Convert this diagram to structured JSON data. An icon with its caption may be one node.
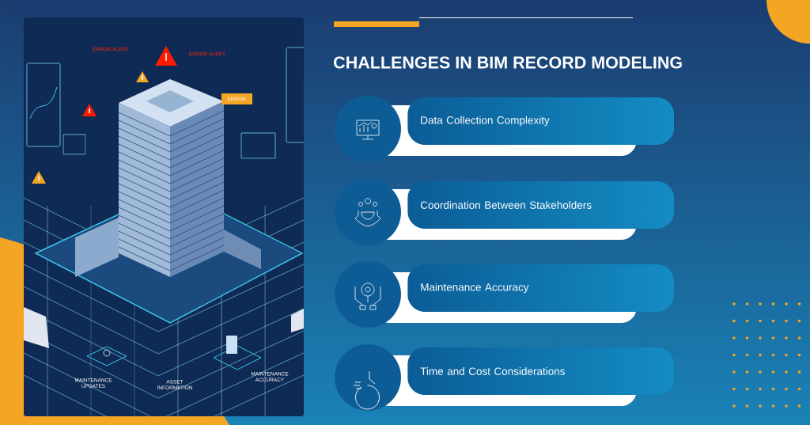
{
  "diagram": {
    "title": "CHALLENGES IN BIM RECORD MODELING",
    "nodes": [
      {
        "text": [
          "Data Collection Complexity"
        ]
      },
      {
        "text": [
          "Coordination Between Stakeholders"
        ]
      },
      {
        "text": [
          "Maintenance Accuracy"
        ]
      },
      {
        "text": [
          "Time and Cost Considerations"
        ]
      }
    ],
    "labels": [
      "ERROR ALERT",
      "ERROR ALERT",
      "ERROR",
      "MAINTENANCE ACCURACY",
      "MAINTENANCE UPDATES",
      "ASSET INFORMATION"
    ]
  }
}
